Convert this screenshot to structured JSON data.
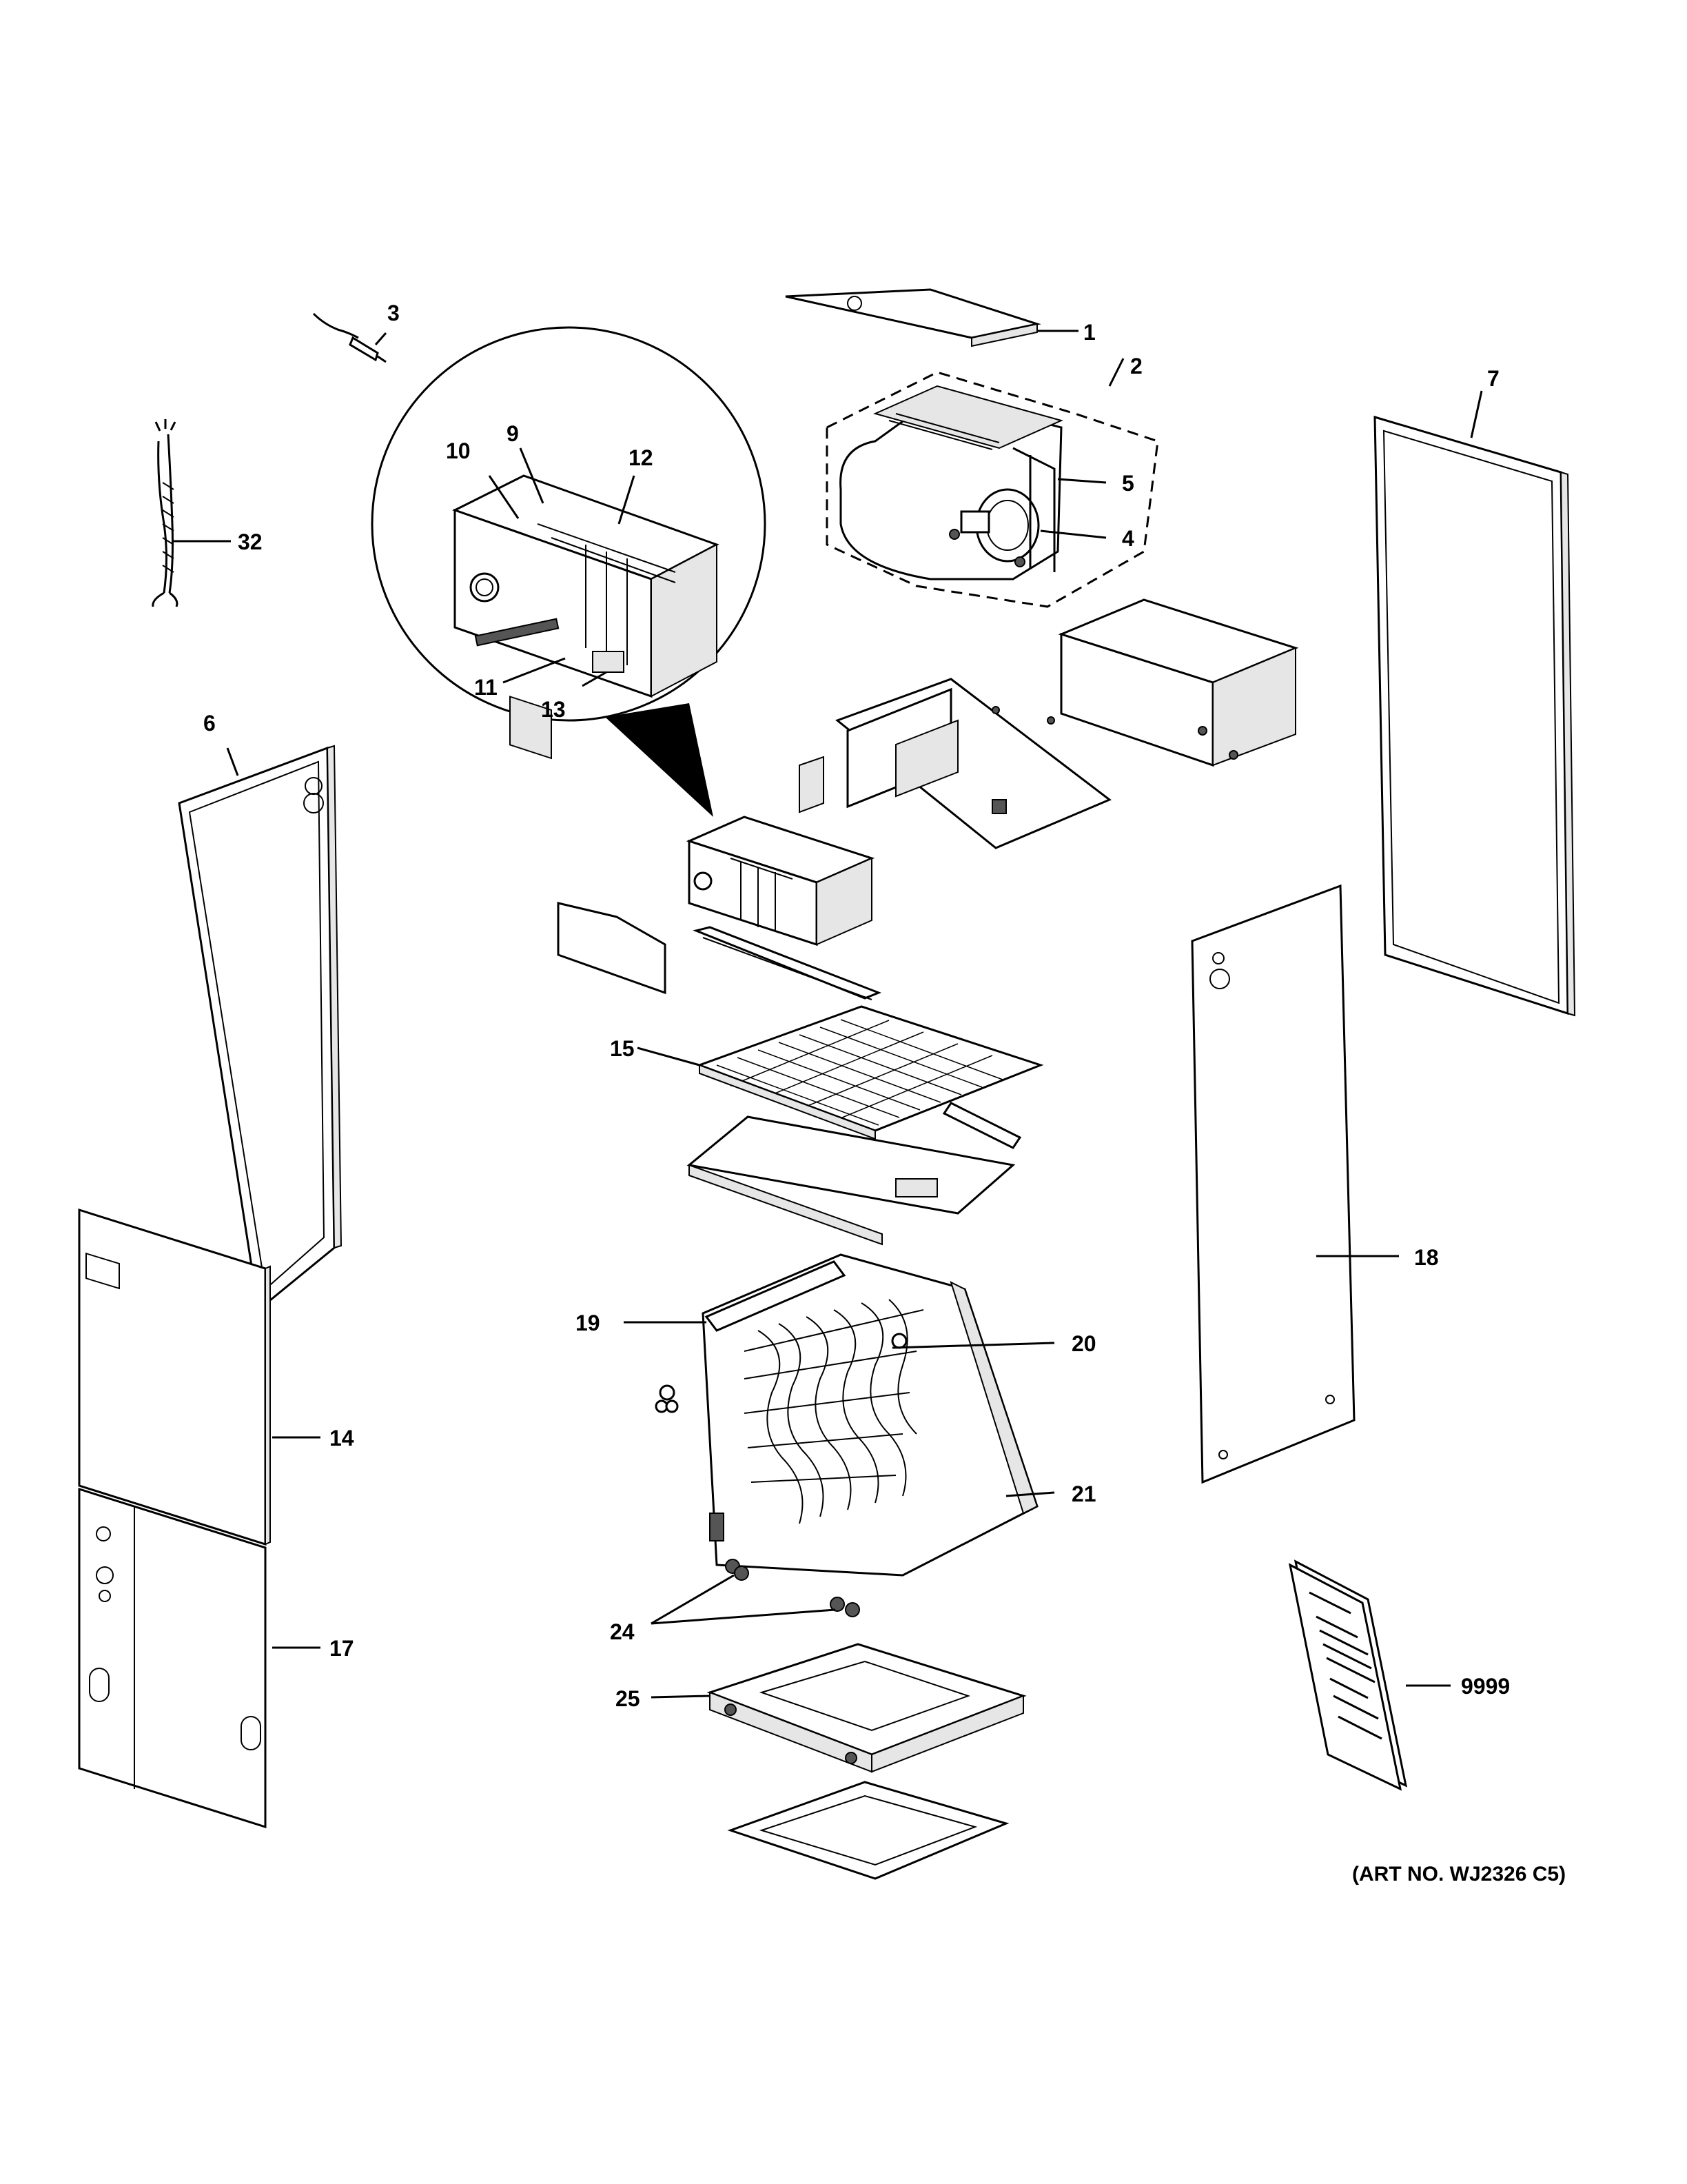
{
  "labels": {
    "p1": "1",
    "p2": "2",
    "p3": "3",
    "p4": "4",
    "p5": "5",
    "p6": "6",
    "p7": "7",
    "p9": "9",
    "p10": "10",
    "p11": "11",
    "p12": "12",
    "p13": "13",
    "p14": "14",
    "p15": "15",
    "p17": "17",
    "p18": "18",
    "p19": "19",
    "p20": "20",
    "p21": "21",
    "p24": "24",
    "p25": "25",
    "p32": "32",
    "p9999": "9999"
  },
  "art_number": "(ART NO. WJ2326 C5)"
}
